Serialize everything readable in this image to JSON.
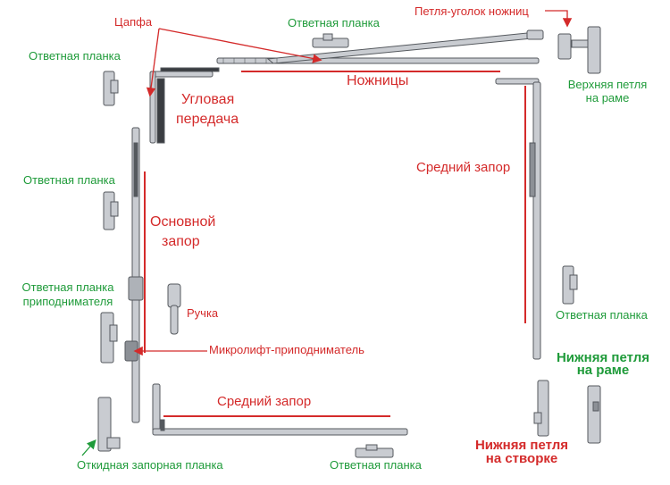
{
  "colors": {
    "green_label": "#1f9b3a",
    "red_label": "#d42a2a",
    "hardware_fill": "#c9ccd1",
    "hardware_stroke": "#55595e"
  },
  "labels": {
    "tsapfa": "Цапфа",
    "otvetnaya_top": "Ответная планка",
    "petlya_ugolok": "Петля-уголок ножниц",
    "otvetnaya_left_top": "Ответная планка",
    "uglovaya_1": "Угловая",
    "uglovaya_2": "передача",
    "nozhnitsy": "Ножницы",
    "verkhnyaya_1": "Верхняя петля",
    "verkhnyaya_2": "на раме",
    "sredniy_right": "Средний запор",
    "otvetnaya_left_mid": "Ответная планка",
    "osnovnoy_1": "Основной",
    "osnovnoy_2": "запор",
    "pripod_1": "Ответная планка",
    "pripod_2": "приподнимателя",
    "ruchka": "Ручка",
    "otvetnaya_right": "Ответная планка",
    "mikrolift": "Микролифт-приподниматель",
    "nizh_rama_1": "Нижняя петля",
    "nizh_rama_2": "на раме",
    "sredniy_bottom": "Средний запор",
    "nizh_stvorka_1": "Нижняя петля",
    "nizh_stvorka_2": "на створке",
    "otkidnaya": "Откидная запорная планка",
    "otvetnaya_bottom": "Ответная планка"
  }
}
